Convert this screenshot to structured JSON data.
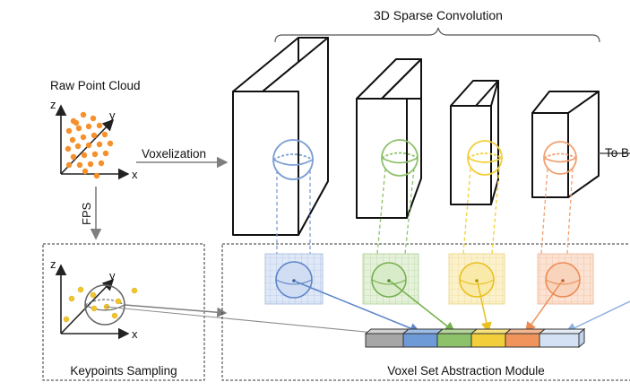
{
  "title": "3D Sparse Convolution",
  "labels": {
    "raw_point_cloud": "Raw Point Cloud",
    "voxelization": "Voxelization",
    "fps": "FPS",
    "keypoints_sampling": "Keypoints Sampling",
    "voxel_set_abstraction": "Voxel Set Abstraction Module",
    "to_bev": "To B"
  },
  "axes": {
    "x": "x",
    "y": "y",
    "z": "z"
  },
  "colors": {
    "blue": "#7b9fd4",
    "green": "#8dc16a",
    "yellow": "#f2cf3a",
    "orange": "#f0a070",
    "point": "#f5902a",
    "keypoint": "#f3c52d",
    "gray_block": "#a6a6a6"
  }
}
